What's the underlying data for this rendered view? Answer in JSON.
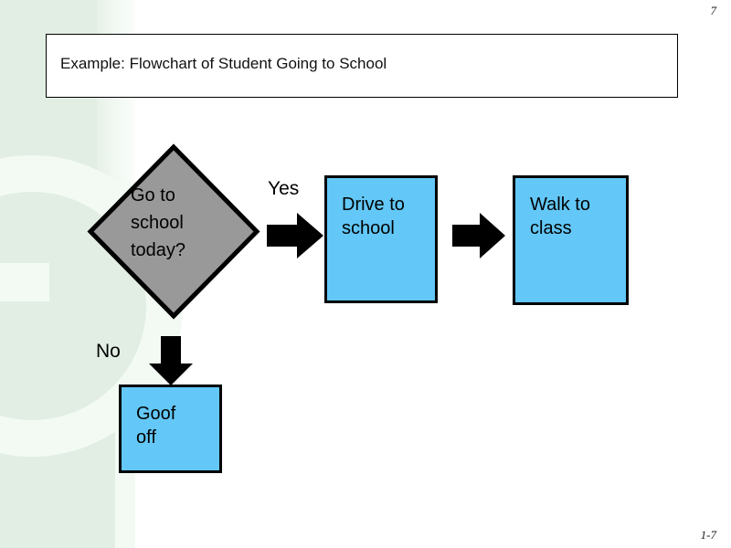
{
  "slide": {
    "page_number_top": "7",
    "page_number_bottom": "1-7",
    "title": "Example: Flowchart of Student Going to School",
    "background_color": "#ffffff",
    "accent_band_color": "#e2eee3"
  },
  "flowchart": {
    "decision": {
      "label": "Go to\nschool\ntoday?",
      "line1": "Go to",
      "line2": "school",
      "line3": "today?",
      "fill_color": "#999999",
      "border_color": "#000000"
    },
    "branches": [
      {
        "label": "Yes",
        "direction": "right"
      },
      {
        "label": "No",
        "direction": "down"
      }
    ],
    "nodes": [
      {
        "id": "drive-to-school",
        "line1": "Drive to",
        "line2": "school",
        "fill_color": "#63c8f7",
        "border_color": "#000000"
      },
      {
        "id": "walk-to-class",
        "line1": "Walk to",
        "line2": "class",
        "fill_color": "#63c8f7",
        "border_color": "#000000"
      },
      {
        "id": "goof-off",
        "line1": "Goof",
        "line2": "off",
        "fill_color": "#63c8f7",
        "border_color": "#000000"
      }
    ],
    "connectors": [
      {
        "id": "decision-to-drive",
        "icon": "right-arrow-icon"
      },
      {
        "id": "drive-to-walk",
        "icon": "right-arrow-icon"
      },
      {
        "id": "decision-to-goof",
        "icon": "down-arrow-icon"
      }
    ]
  }
}
